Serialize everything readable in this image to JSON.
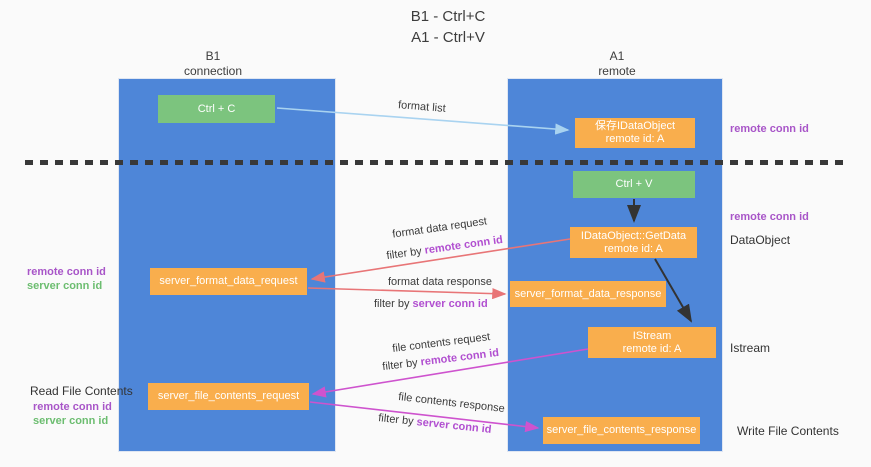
{
  "title": {
    "line1": "B1 - Ctrl+C",
    "line2": "A1 - Ctrl+V"
  },
  "lanes": {
    "left": {
      "name": "B1",
      "subtitle": "connection"
    },
    "right": {
      "name": "A1",
      "subtitle": "remote"
    }
  },
  "nodes": {
    "ctrl_c": "Ctrl + C",
    "ctrl_v": "Ctrl + V",
    "save_dataobject": {
      "line1": "保存IDataObject",
      "line2": "remote id: A"
    },
    "getdata": {
      "line1": "IDataObject::GetData",
      "line2": "remote id: A"
    },
    "istream": {
      "line1": "IStream",
      "line2": "remote id: A"
    },
    "server_format_data_request": "server_format_data_request",
    "server_format_data_response": "server_format_data_response",
    "server_file_contents_request": "server_file_contents_request",
    "server_file_contents_response": "server_file_contents_response"
  },
  "edge_labels": {
    "format_list": "format list",
    "format_data_request": "format data request",
    "format_data_response": "format data response",
    "file_contents_request": "file contents request",
    "file_contents_response": "file contents response",
    "filter_by": "filter by ",
    "remote_conn_id": "remote conn id",
    "server_conn_id": "server conn id"
  },
  "side_labels": {
    "remote_conn_id_top": "remote conn id",
    "remote_conn_id_mid": "remote conn id",
    "dataobject": "DataObject",
    "istream": "Istream",
    "write_file_contents": "Write File Contents",
    "read_file_contents": "Read File Contents",
    "left_remote_conn_id_1": "remote conn id",
    "left_server_conn_id_1": "server conn id",
    "left_remote_conn_id_2": "remote conn id",
    "left_server_conn_id_2": "server conn id"
  },
  "colors": {
    "lane_blue": "#4E86D8",
    "node_orange": "#F9AE4D",
    "node_green": "#7CC47E",
    "purple_label": "#A855C8",
    "green_label": "#6CBD70",
    "magenta_arrow": "#CE53CE",
    "salmon_arrow": "#E87577",
    "light_blue_arrow": "#A9D3F0",
    "black_arrow": "#333333",
    "background": "#fafafa"
  }
}
